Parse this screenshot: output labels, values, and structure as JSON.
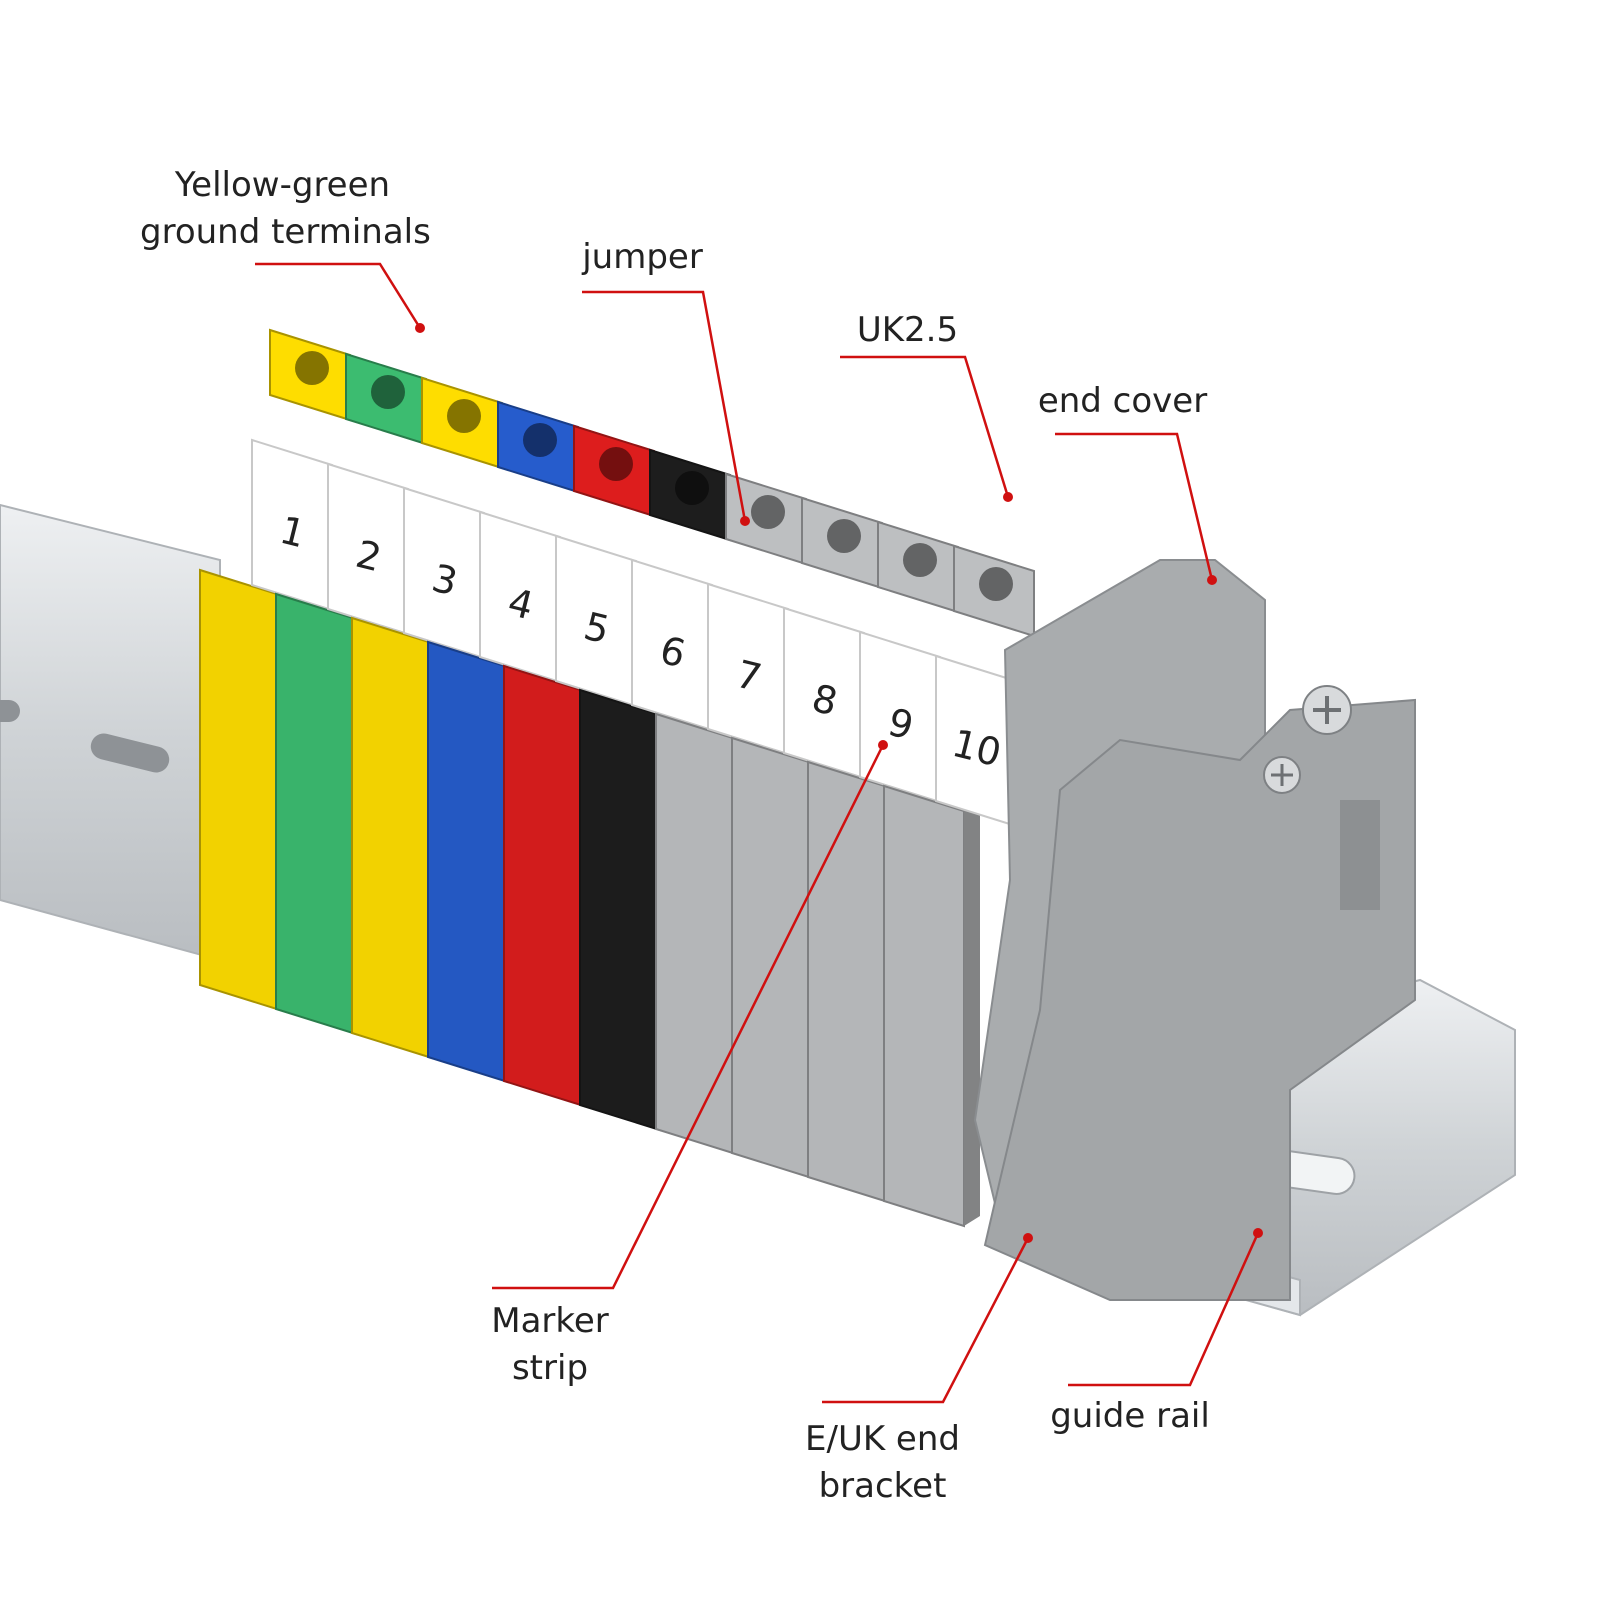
{
  "labels": {
    "ground_terminals": {
      "line1": "Yellow-green",
      "line2": "ground terminals"
    },
    "jumper": "jumper",
    "uk25": "UK2.5",
    "end_cover": "end cover",
    "marker_strip": {
      "line1": "Marker",
      "line2": "strip"
    },
    "end_bracket": {
      "line1": "E/UK end",
      "line2": "bracket"
    },
    "guide_rail": "guide rail"
  },
  "markers": [
    "1",
    "2",
    "3",
    "4",
    "5",
    "6",
    "7",
    "8",
    "9",
    "10"
  ],
  "terminal_colors": [
    "#f2d200",
    "#39b36b",
    "#f2d200",
    "#2458c2",
    "#d21c1c",
    "#1c1c1c",
    "#b4b6b8",
    "#b4b6b8",
    "#b4b6b8",
    "#b4b6b8"
  ],
  "colors": {
    "leader_line": "#d01010",
    "rail": "#cfd3d6",
    "end_parts": "#a8abad",
    "marker_text": "#222222"
  }
}
